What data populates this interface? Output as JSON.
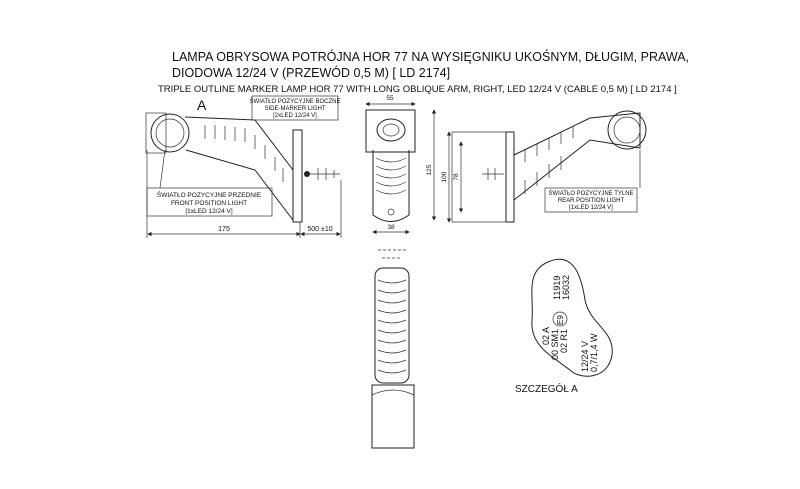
{
  "title": {
    "pl_line1": "LAMPA OBRYSOWA POTRÓJNA HOR 77 NA WYSIĘGNIKU UKOŚNYM, DŁUGIM, PRAWA,",
    "pl_line2": "DIODOWA 12/24 V (PRZEWÓD 0,5 M) [ LD 2174]",
    "en": "TRIPLE OUTLINE MARKER LAMP HOR 77 WITH LONG OBLIQUE ARM, RIGHT, LED 12/24 V (CABLE 0,5 M) [ LD 2174 ]"
  },
  "labels": {
    "front": {
      "pl": "ŚWIATŁO POZYCYJNE PRZEDNIE",
      "en": "FRONT POSITION LIGHT",
      "spec": "[1xLED 12/24 V]"
    },
    "side": {
      "pl": "ŚWIATŁO POZYCYJNE BOCZNE",
      "en": "SIDE-MARKER LIGHT",
      "spec": "[2xLED 12/24 V]"
    },
    "rear": {
      "pl": "ŚWIATŁO POZYCYJNE TYLNE",
      "en": "REAR POSITION LIGHT",
      "spec": "[1xLED 12/24 V]"
    },
    "detail_marker": "A"
  },
  "dimensions": {
    "length": "175",
    "cable": "500 ±10",
    "width_top": "55",
    "width_bottom": "38",
    "height_side": "125",
    "height_plate": "100",
    "hole_spacing": "78"
  },
  "detail": {
    "caption": "SZCZEGÓŁ A",
    "lines": [
      "11919",
      "16032",
      "E9",
      "02 A",
      "00 SM1",
      "02 R1",
      "12/24 V",
      "0,7/1,4 W"
    ]
  }
}
